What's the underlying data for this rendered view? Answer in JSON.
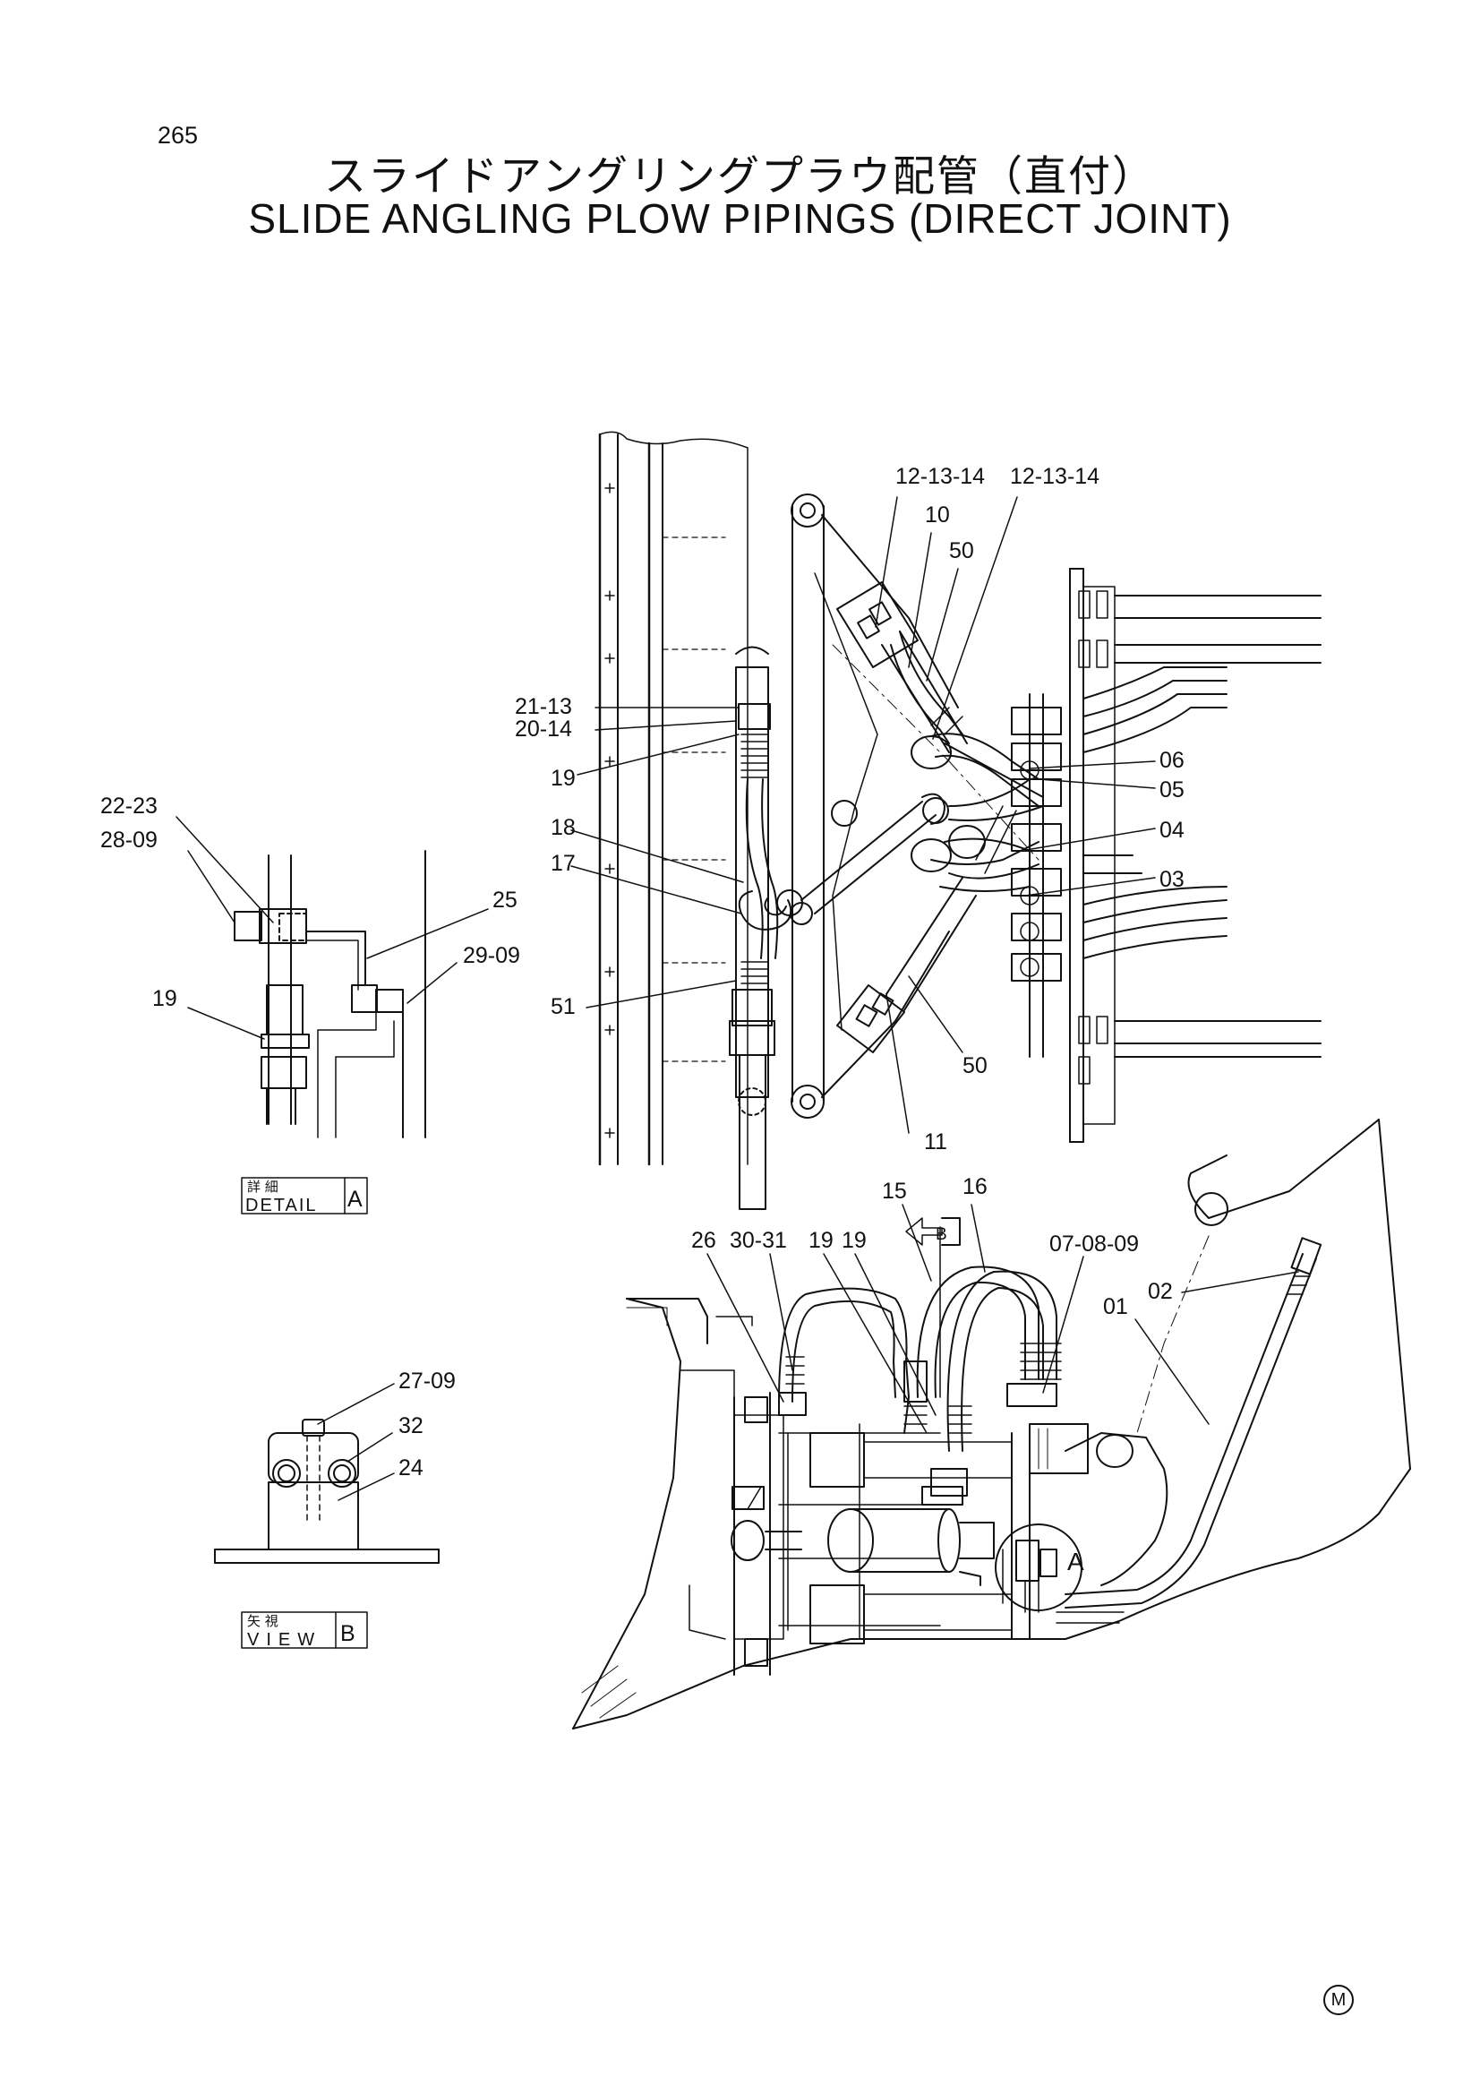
{
  "page_number": "265",
  "title_jp": "スライドアングリングプラウ配管（直付）",
  "title_en": "SLIDE ANGLING PLOW PIPINGS (DIRECT JOINT)",
  "main_view_labels": [
    "12-13-14",
    "12-13-14",
    "10",
    "50",
    "21-13",
    "20-14",
    "19",
    "18",
    "17",
    "51",
    "06",
    "05",
    "04",
    "03",
    "50",
    "11"
  ],
  "lower_view_labels": [
    "15",
    "16",
    "26",
    "30-31",
    "19",
    "19",
    "07-08-09",
    "02",
    "01",
    "A"
  ],
  "view_b_arrow": "B",
  "detail_a": {
    "labels": [
      "22-23",
      "28-09",
      "25",
      "29-09",
      "19"
    ],
    "caption_jp": "詳 細",
    "caption_en": "DETAIL",
    "caption_letter": "A"
  },
  "view_b": {
    "labels": [
      "27-09",
      "32",
      "24"
    ],
    "caption_jp": "矢 視",
    "caption_en": "VIEW",
    "caption_letter": "B"
  },
  "corner_mark": "M"
}
